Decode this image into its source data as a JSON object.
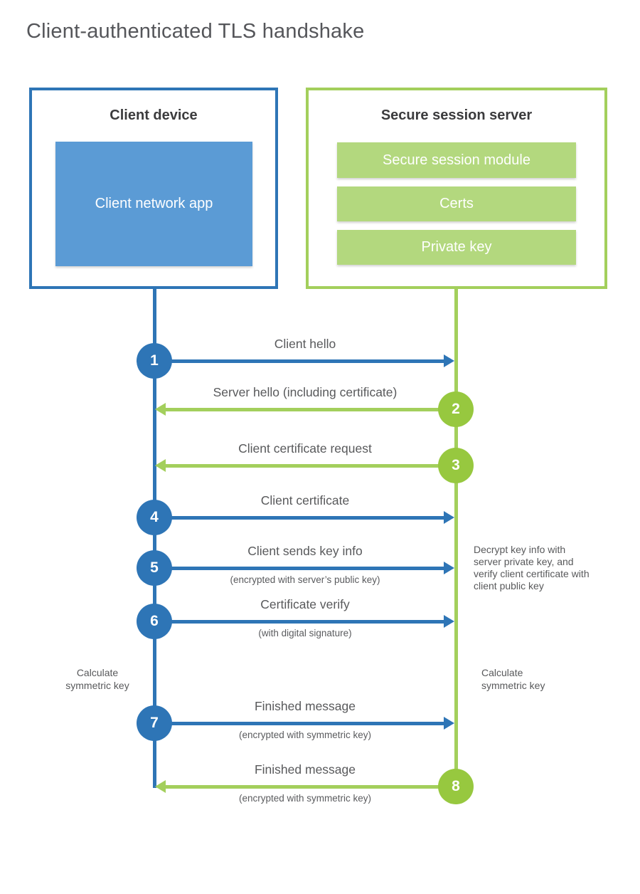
{
  "title": "Client-authenticated TLS handshake",
  "colors": {
    "client_accent": "#2e75b6",
    "client_fill": "#5b9bd5",
    "server_accent": "#a3cf5c",
    "server_circle": "#97c83f",
    "server_fill": "#b3d87e",
    "heading_text": "#3b3b3d",
    "label_text": "#58595b"
  },
  "client_box": {
    "title": "Client device",
    "modules": [
      "Client network app"
    ]
  },
  "server_box": {
    "title": "Secure session server",
    "modules": [
      "Secure session module",
      "Certs",
      "Private key"
    ]
  },
  "steps": [
    {
      "num": "1",
      "from": "client",
      "label": "Client hello",
      "sublabel": ""
    },
    {
      "num": "2",
      "from": "server",
      "label": "Server hello (including certificate)",
      "sublabel": ""
    },
    {
      "num": "3",
      "from": "server",
      "label": "Client certificate request",
      "sublabel": ""
    },
    {
      "num": "4",
      "from": "client",
      "label": "Client certificate",
      "sublabel": ""
    },
    {
      "num": "5",
      "from": "client",
      "label": "Client sends key info",
      "sublabel": "(encrypted with server’s public key)"
    },
    {
      "num": "6",
      "from": "client",
      "label": "Certificate verify",
      "sublabel": "(with digital signature)"
    },
    {
      "num": "7",
      "from": "client",
      "label": "Finished message",
      "sublabel": "(encrypted with symmetric key)"
    },
    {
      "num": "8",
      "from": "server",
      "label": "Finished message",
      "sublabel": "(encrypted with symmetric key)"
    }
  ],
  "annotations": {
    "decrypt_note": "Decrypt key info with server private key, and verify client certificate with client public key",
    "calculate_left": "Calculate symmetric key",
    "calculate_right": "Calculate symmetric key"
  }
}
